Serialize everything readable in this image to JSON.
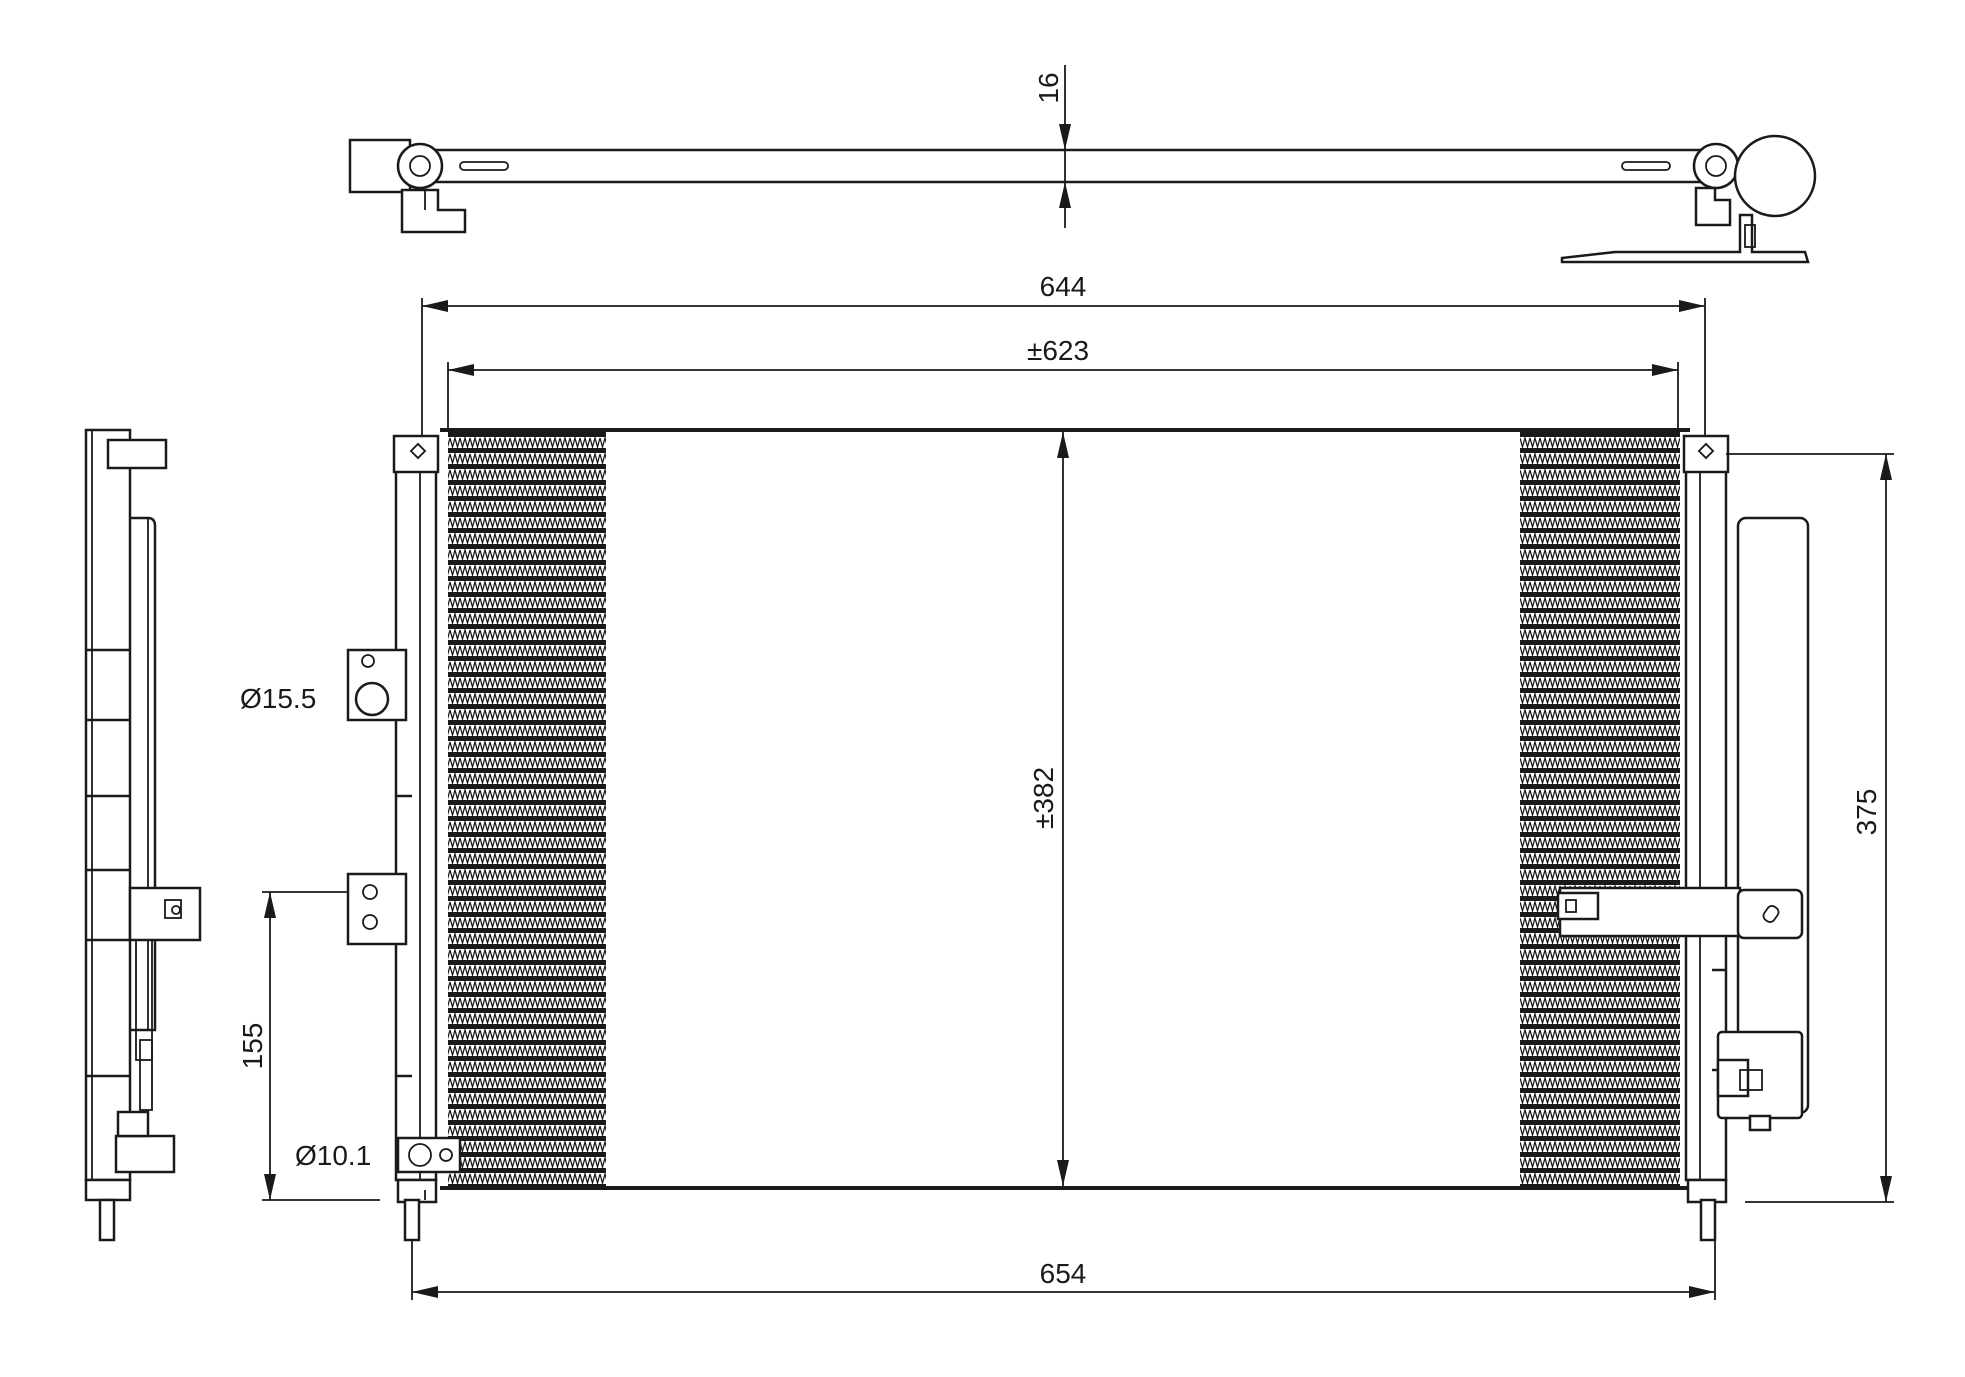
{
  "dimensions": {
    "top_thickness": "16",
    "width_outer": "644",
    "width_core": "±623",
    "height_core": "±382",
    "height_total": "375",
    "width_total": "654",
    "pipe_upper": "Ø15.5",
    "pipe_lower": "Ø10.1",
    "bracket_height": "155"
  }
}
